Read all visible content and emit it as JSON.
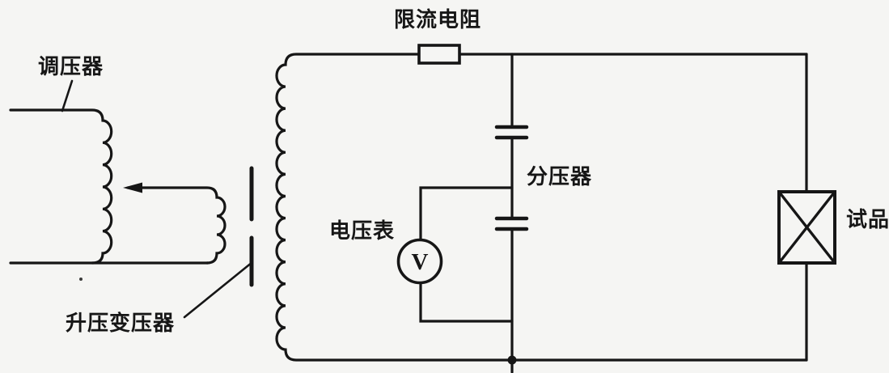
{
  "diagram": {
    "type": "high-voltage test circuit schematic",
    "colors": {
      "background": "#f5f5f3",
      "line": "#161616",
      "text": "#161616"
    },
    "labels": {
      "regulator": "调压器",
      "step_up_transformer": "升压变压器",
      "current_limiting_resistor": "限流电阻",
      "voltage_divider": "分压器",
      "voltmeter": "电压表",
      "test_specimen": "试品",
      "voltmeter_symbol": "V"
    }
  }
}
